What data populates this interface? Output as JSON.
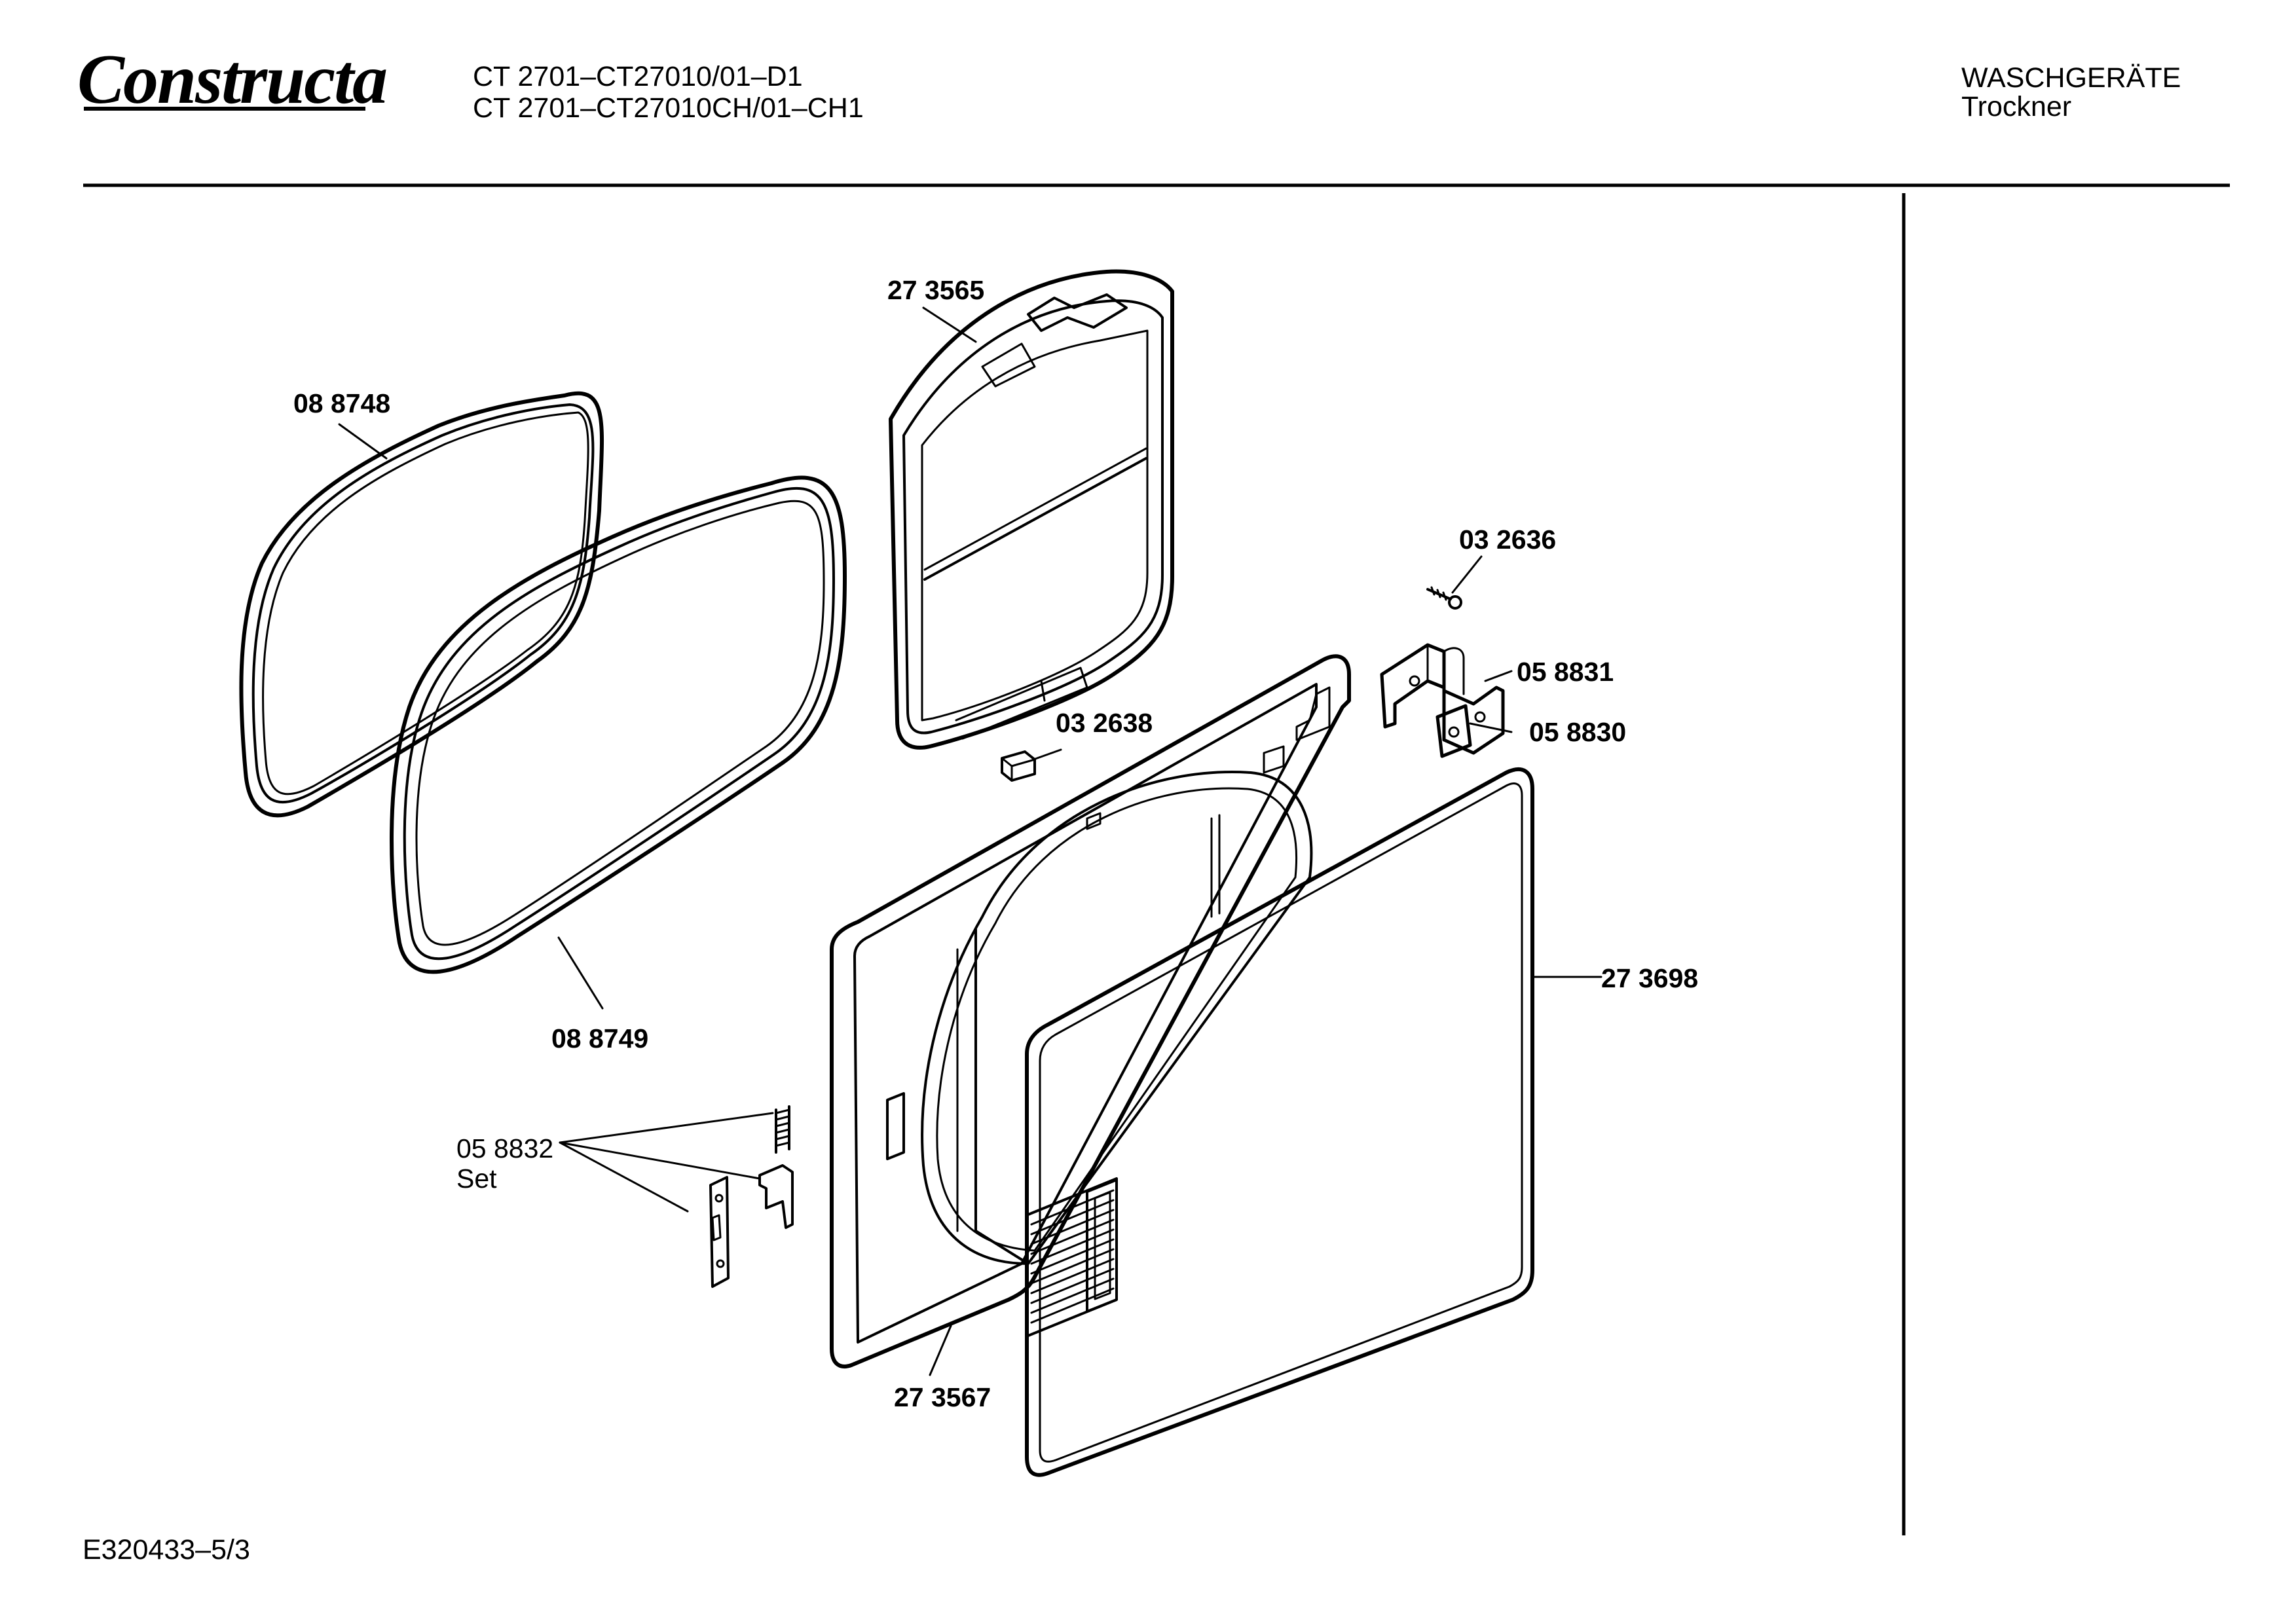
{
  "header": {
    "brand": "Constructa",
    "model_line_1": "CT 2701–CT27010/01–D1",
    "model_line_2": "CT 2701–CT27010CH/01–CH1",
    "category": "WASCHGERÄTE",
    "subcategory": "Trockner"
  },
  "footer": {
    "document_code": "E320433–5/3"
  },
  "parts": {
    "p088748": "08 8748",
    "p088749": "08 8749",
    "p273565": "27 3565",
    "p032638": "03 2638",
    "p032636": "03 2636",
    "p058831": "05 8831",
    "p058830": "05 8830",
    "p273698": "27 3698",
    "p273567": "27 3567",
    "p058832": "05 8832",
    "p058832_note": "Set"
  }
}
